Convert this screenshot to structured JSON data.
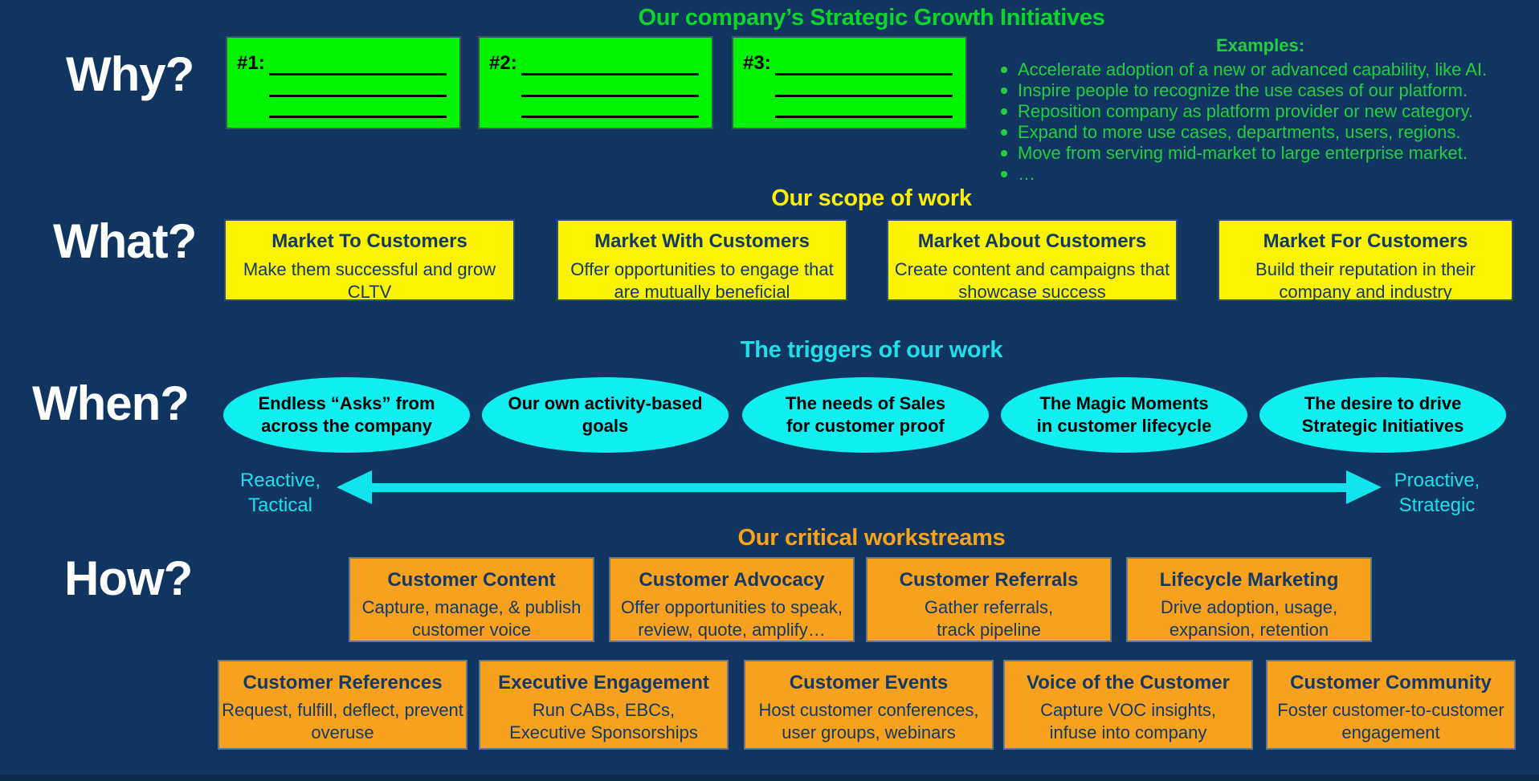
{
  "colors": {
    "background": "#0f3560",
    "green": "#00f400",
    "green_text": "#22cf3e",
    "yellow": "#fbf300",
    "cyan": "#10eef0",
    "cyan_text": "#1ee0e8",
    "orange": "#f7a11e",
    "box_text_navy": "#133a66",
    "label_white": "#ffffff"
  },
  "why": {
    "label": "Why?",
    "heading": "Our company’s Strategic Growth Initiatives",
    "blanks": [
      {
        "label": "#1:"
      },
      {
        "label": "#2:"
      },
      {
        "label": "#3:"
      }
    ],
    "examples": {
      "header": "Examples:",
      "items": [
        "Accelerate adoption of a new or advanced capability, like AI.",
        "Inspire people to recognize the use cases of our platform.",
        "Reposition company as platform provider or new category.",
        "Expand to more use cases, departments, users, regions.",
        "Move from serving mid-market to large enterprise market.",
        "…"
      ]
    }
  },
  "what": {
    "label": "What?",
    "heading": "Our scope of work",
    "boxes": [
      {
        "title": "Market To Customers",
        "body": [
          "Make them successful and grow",
          "CLTV"
        ]
      },
      {
        "title": "Market With Customers",
        "body": [
          "Offer opportunities to engage that",
          "are mutually beneficial"
        ]
      },
      {
        "title": "Market About Customers",
        "body": [
          "Create content and campaigns that",
          "showcase success"
        ]
      },
      {
        "title": "Market For Customers",
        "body": [
          "Build their reputation in their",
          "company and industry"
        ]
      }
    ]
  },
  "when": {
    "label": "When?",
    "heading": "The triggers of our work",
    "triggers": [
      [
        "Endless “Asks” from",
        "across the company"
      ],
      [
        "Our own activity-based",
        "goals"
      ],
      [
        "The needs of Sales",
        "for customer proof"
      ],
      [
        "The Magic Moments",
        "in customer lifecycle"
      ],
      [
        "The desire to drive",
        "Strategic Initiatives"
      ]
    ],
    "axis": {
      "left": [
        "Reactive,",
        "Tactical"
      ],
      "right": [
        "Proactive,",
        "Strategic"
      ]
    }
  },
  "how": {
    "label": "How?",
    "heading": "Our critical workstreams",
    "row1": [
      {
        "title": "Customer Content",
        "body": [
          "Capture, manage, & publish",
          "customer voice"
        ]
      },
      {
        "title": "Customer Advocacy",
        "body": [
          "Offer opportunities to speak,",
          "review, quote, amplify…"
        ]
      },
      {
        "title": "Customer Referrals",
        "body": [
          "Gather referrals,",
          "track pipeline"
        ]
      },
      {
        "title": "Lifecycle Marketing",
        "body": [
          "Drive adoption, usage,",
          "expansion, retention"
        ]
      }
    ],
    "row2": [
      {
        "title": "Customer References",
        "body": [
          "Request, fulfill, deflect, prevent",
          "overuse"
        ]
      },
      {
        "title": "Executive Engagement",
        "body": [
          "Run CABs, EBCs,",
          "Executive Sponsorships"
        ]
      },
      {
        "title": "Customer Events",
        "body": [
          "Host customer conferences,",
          "user groups, webinars"
        ]
      },
      {
        "title": "Voice of the Customer",
        "body": [
          "Capture VOC insights,",
          "infuse into company"
        ]
      },
      {
        "title": "Customer Community",
        "body": [
          "Foster customer-to-customer",
          "engagement"
        ]
      }
    ]
  }
}
